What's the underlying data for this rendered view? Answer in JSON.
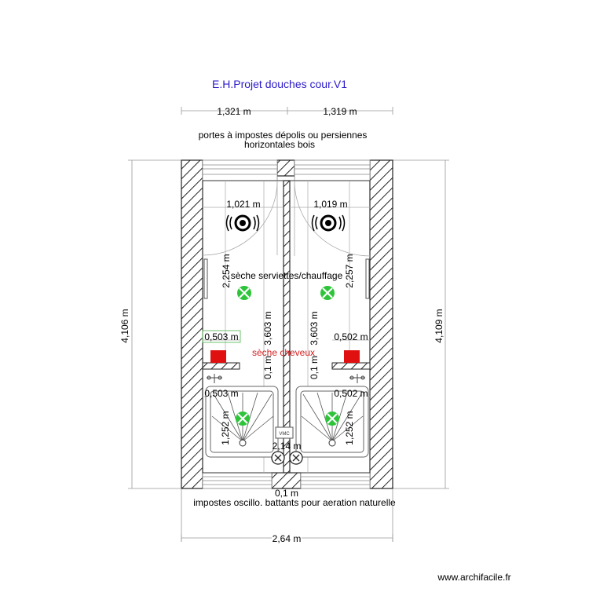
{
  "title": "E.H.Projet douches cour.V1",
  "watermark": "www.archifacile.fr",
  "colors": {
    "title": "#2b1bc9",
    "accent_text": "#d42020",
    "wall": "#222222",
    "dimension": "#888888",
    "heater": "#e01010",
    "fan_icon": "#2ec43a",
    "highlight_box": "#6cc26c"
  },
  "notes": {
    "top_line1": "portes à impostes dépolis ou persiennes",
    "top_line2": "horizontales bois",
    "bottom": "impostes oscillo. battants pour aeration naturelle",
    "middle": "sèche serviettes/chauffage",
    "hair_dryer": "sèche cheveux",
    "vmc": "VMC"
  },
  "dimensions": {
    "top_left_width": "1,321 m",
    "top_right_width": "1,319 m",
    "left_height": "4,106 m",
    "right_height": "4,109 m",
    "bottom_width": "2,64 m",
    "left_room_width": "1,021 m",
    "right_room_width": "1,019 m",
    "left_upper_height": "2,254 m",
    "right_upper_height": "2,257 m",
    "left_room_height": "3,603 m",
    "right_room_height": "3,603 m",
    "left_partition_width": "0,503 m",
    "right_partition_width": "0,502 m",
    "left_partition_thickness": "0,1 m",
    "right_partition_thickness": "0,1 m",
    "left_shower_width": "0,503 m",
    "right_shower_width": "0,502 m",
    "left_shower_height": "1,252 m",
    "right_shower_height": "1,252 m",
    "center_small": "2,14 m",
    "center_wall": "0,1 m"
  },
  "icons": {
    "speaker": "speaker-icon",
    "fan": "fan-icon",
    "heater": "heater-icon",
    "tap": "tap-icon",
    "drain": "drain-icon",
    "shower_tray": "shower-tray-icon"
  }
}
